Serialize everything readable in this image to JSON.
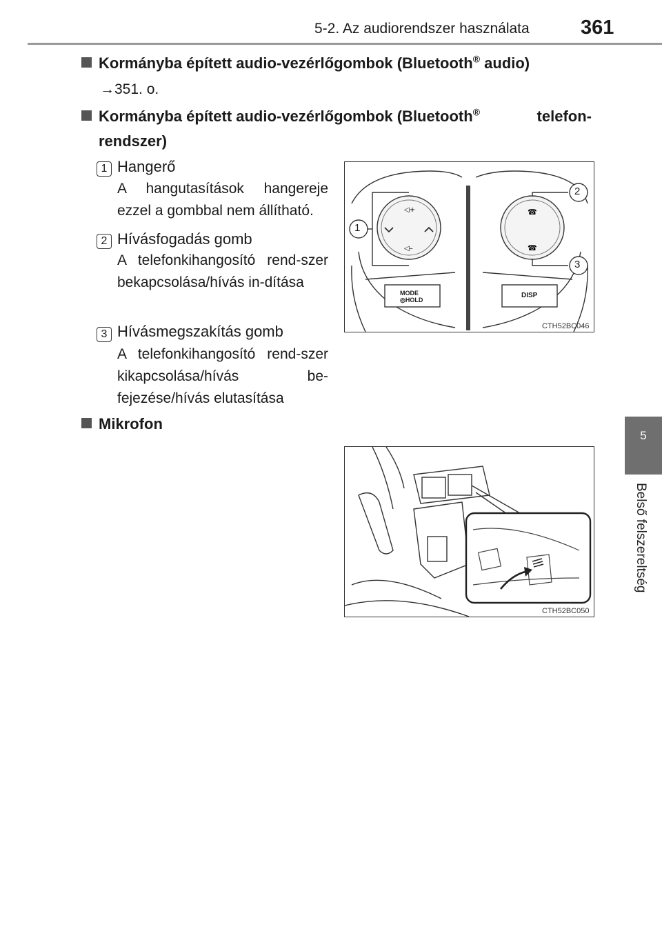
{
  "header": {
    "section_title": "5-2. Az audiorendszer használata",
    "page_number": "361"
  },
  "side_tab": {
    "number": "5",
    "label": "Belső felszereltség"
  },
  "sections": {
    "audio_heading_pre": "Kormányba épített audio-vezérlőgombok (Bluetooth",
    "audio_heading_post": " audio)",
    "registered_mark": "®",
    "audio_ref": "→351. o.",
    "phone_heading_line1_pre": "Kormányba épített audio-vezérlőgombok (Bluetooth",
    "phone_heading_line1_post": " telefon-",
    "phone_heading_line2": "rendszer)",
    "mic_heading": "Mikrofon"
  },
  "items": [
    {
      "badge": "1",
      "title": "Hangerő",
      "desc": "A hangutasítások hangereje ezzel a gombbal nem állítható."
    },
    {
      "badge": "2",
      "title": "Hívásfogadás gomb",
      "desc": "A telefonkihangosító rend-szer bekapcsolása/hívás in-dítása"
    },
    {
      "badge": "3",
      "title": "Hívásmegszakítás gomb",
      "desc": "A telefonkihangosító rend-szer kikapcsolása/hívás be-fejezése/hívás elutasítása"
    }
  ],
  "figure1": {
    "code": "CTH52BC046",
    "mode_label": "MODE",
    "hold_label": "HOLD",
    "disp_label": "DISP",
    "callouts": [
      "1",
      "2",
      "3"
    ]
  },
  "figure2": {
    "code": "CTH52BC050"
  }
}
